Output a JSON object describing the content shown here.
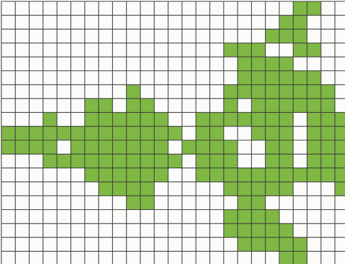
{
  "colors": {
    "background": "#fbfbfa",
    "fill": "#7fb844",
    "grid_line": "#3f3f3f"
  },
  "grid": {
    "columns": 25,
    "rows": 19,
    "filled_rows": [
      {
        "row": 0,
        "cols": [
          21,
          22
        ]
      },
      {
        "row": 1,
        "cols": [
          20,
          21
        ]
      },
      {
        "row": 2,
        "cols": [
          19,
          20,
          21
        ]
      },
      {
        "row": 3,
        "cols": [
          16,
          17,
          18,
          21,
          22
        ]
      },
      {
        "row": 4,
        "cols": [
          17,
          18,
          19,
          20
        ]
      },
      {
        "row": 5,
        "cols": [
          17,
          18,
          19,
          20,
          21,
          22
        ]
      },
      {
        "row": 6,
        "cols": [
          9,
          16,
          17,
          18,
          19,
          20,
          21,
          22,
          23
        ]
      },
      {
        "row": 7,
        "cols": [
          6,
          7,
          9,
          10,
          16,
          18,
          19,
          20,
          21,
          22,
          23
        ]
      },
      {
        "row": 8,
        "cols": [
          3,
          6,
          7,
          8,
          9,
          10,
          11,
          14,
          15,
          16,
          17,
          18,
          19,
          20,
          22,
          23,
          24
        ]
      },
      {
        "row": 9,
        "cols": [
          0,
          1,
          2,
          3,
          4,
          5,
          6,
          7,
          8,
          9,
          10,
          11,
          12,
          14,
          15,
          18,
          19,
          20,
          22,
          23,
          24
        ]
      },
      {
        "row": 10,
        "cols": [
          0,
          1,
          2,
          3,
          5,
          6,
          7,
          8,
          9,
          10,
          11,
          13,
          14,
          15,
          16,
          19,
          20,
          22,
          23,
          24
        ]
      },
      {
        "row": 11,
        "cols": [
          3,
          4,
          5,
          6,
          7,
          8,
          9,
          10,
          11,
          12,
          14,
          15,
          16,
          19,
          20,
          22,
          23,
          24
        ]
      },
      {
        "row": 12,
        "cols": [
          6,
          7,
          8,
          9,
          10,
          11,
          14,
          15,
          16,
          17,
          18,
          19,
          20,
          21,
          22,
          23,
          24
        ]
      },
      {
        "row": 13,
        "cols": [
          7,
          8,
          9,
          10,
          16,
          17,
          18,
          19,
          20,
          24
        ]
      },
      {
        "row": 14,
        "cols": [
          9,
          10,
          17,
          18
        ]
      },
      {
        "row": 15,
        "cols": [
          16,
          17,
          18,
          19
        ]
      },
      {
        "row": 16,
        "cols": [
          16,
          17,
          18,
          19,
          20
        ]
      },
      {
        "row": 17,
        "cols": [
          17,
          18,
          19,
          20,
          21
        ]
      },
      {
        "row": 18,
        "cols": [
          20,
          21
        ]
      }
    ]
  }
}
